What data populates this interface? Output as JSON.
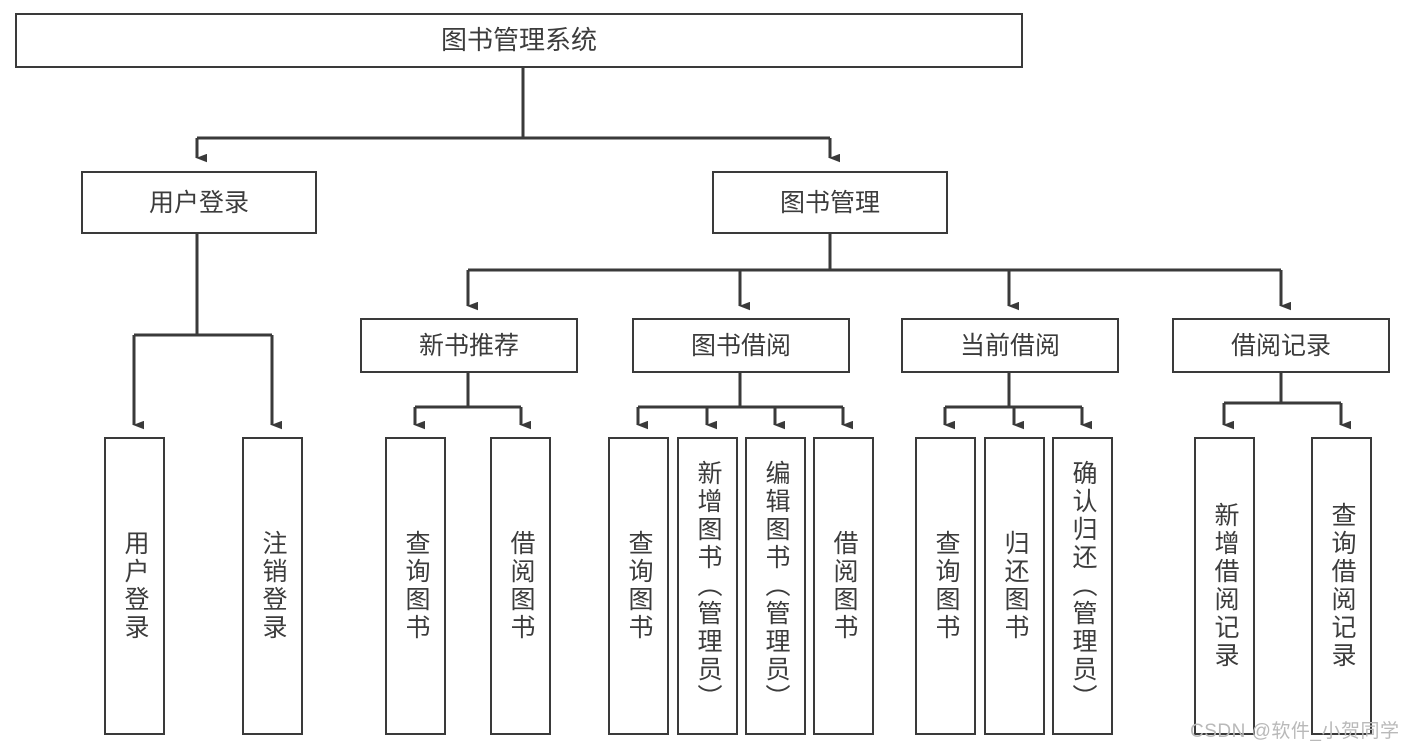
{
  "diagram": {
    "type": "hierarchy-tree",
    "title": "图书管理系统",
    "orientation": "top-down",
    "colors": {
      "box_stroke": "#3a3a3a",
      "box_fill": "#ffffff",
      "edge": "#3a3a3a",
      "text": "#3c3c3c",
      "watermark": "#b9b9b9",
      "background": "#ffffff"
    },
    "nodes": {
      "root": {
        "label": "图书管理系统"
      },
      "level2": [
        {
          "id": "user-login",
          "label": "用户登录"
        },
        {
          "id": "book-manage",
          "label": "图书管理"
        }
      ],
      "level3": [
        {
          "id": "new-book-recommend",
          "label": "新书推荐",
          "parent": "book-manage"
        },
        {
          "id": "book-borrow",
          "label": "图书借阅",
          "parent": "book-manage"
        },
        {
          "id": "current-borrow",
          "label": "当前借阅",
          "parent": "book-manage"
        },
        {
          "id": "borrow-record",
          "label": "借阅记录",
          "parent": "book-manage"
        }
      ],
      "leaves": [
        {
          "id": "leaf-user-login",
          "label": "用户登录",
          "parent": "user-login"
        },
        {
          "id": "leaf-logout-login",
          "label": "注销登录",
          "parent": "user-login"
        },
        {
          "id": "leaf-query-book-1",
          "label": "查询图书",
          "parent": "new-book-recommend"
        },
        {
          "id": "leaf-borrow-book-1",
          "label": "借阅图书",
          "parent": "new-book-recommend"
        },
        {
          "id": "leaf-query-book-2",
          "label": "查询图书",
          "parent": "book-borrow"
        },
        {
          "id": "leaf-add-book",
          "label": "新增图书（管理员）",
          "parent": "book-borrow"
        },
        {
          "id": "leaf-edit-book",
          "label": "编辑图书（管理员）",
          "parent": "book-borrow"
        },
        {
          "id": "leaf-borrow-book-2",
          "label": "借阅图书",
          "parent": "book-borrow"
        },
        {
          "id": "leaf-query-book-3",
          "label": "查询图书",
          "parent": "current-borrow"
        },
        {
          "id": "leaf-return-book",
          "label": "归还图书",
          "parent": "current-borrow"
        },
        {
          "id": "leaf-confirm-return",
          "label": "确认归还（管理员）",
          "parent": "current-borrow"
        },
        {
          "id": "leaf-add-record",
          "label": "新增借阅记录",
          "parent": "borrow-record"
        },
        {
          "id": "leaf-query-record",
          "label": "查询借阅记录",
          "parent": "borrow-record"
        }
      ]
    }
  },
  "watermark": {
    "text": "CSDN @软件_小贺同学"
  }
}
